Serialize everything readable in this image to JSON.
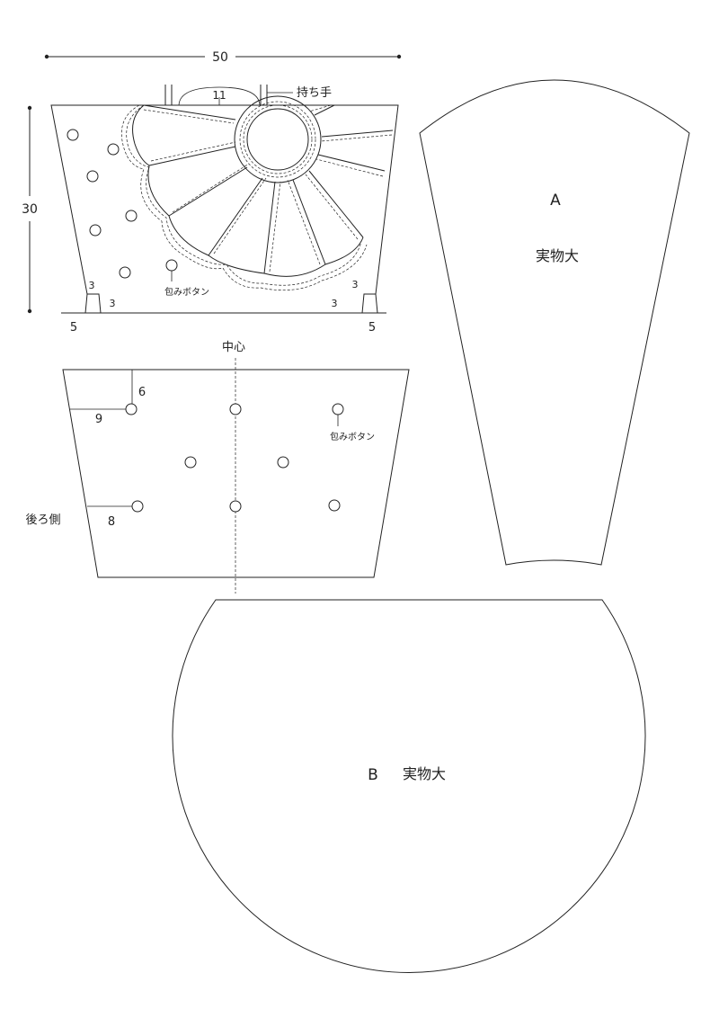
{
  "dimensions": {
    "width_top": "50",
    "height": "30",
    "handle": "11",
    "tuck_in_left": "3",
    "tuck_out_left": "3",
    "tuck_in_right": "3",
    "tuck_out_right": "3",
    "base_left": "5",
    "base_right": "5",
    "back_from_side_top": "9",
    "back_from_top": "6",
    "back_from_side_lower": "8"
  },
  "labels": {
    "handle": "持ち手",
    "front_button": "包みボタン",
    "back_button": "包みボタン",
    "center": "中心",
    "back_side": "後ろ側"
  },
  "pattern_a": {
    "letter": "A",
    "note": "実物大"
  },
  "pattern_b": {
    "letter": "B",
    "note": "実物大"
  }
}
